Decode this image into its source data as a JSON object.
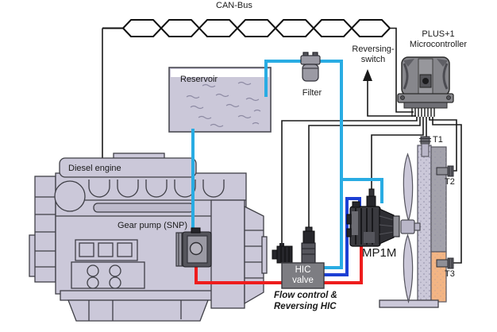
{
  "diagram": {
    "title_hint": "Hydraulic reversible fan-drive system schematic",
    "labels": {
      "can_bus": "CAN-Bus",
      "reservoir": "Reservoir",
      "filter": "Filter",
      "reversing_switch": "Reversing-\nswitch",
      "microcontroller": "PLUS+1\nMicrocontroller",
      "diesel_engine": "Diesel engine",
      "gear_pump": "Gear pump (SNP)",
      "hic_valve": "HIC\nvalve",
      "hic_caption": "Flow control &\nReversing HIC",
      "motor": "MP1M",
      "sensor_t1": "T1",
      "sensor_t2": "T2",
      "sensor_t3": "T3"
    },
    "colors": {
      "suction-return-line": "#29ACE3",
      "reversing-line": "#1C3FD4",
      "pressure-line": "#EE1C1C",
      "signal-wire": "#1A1A1A",
      "component-light": "#CBC8D9",
      "component-mid": "#9B9AA4",
      "component-dark": "#55555C",
      "hic-box": "#7D7D82",
      "radiator-warm": "#F3B584",
      "background": "#FFFFFF"
    }
  }
}
